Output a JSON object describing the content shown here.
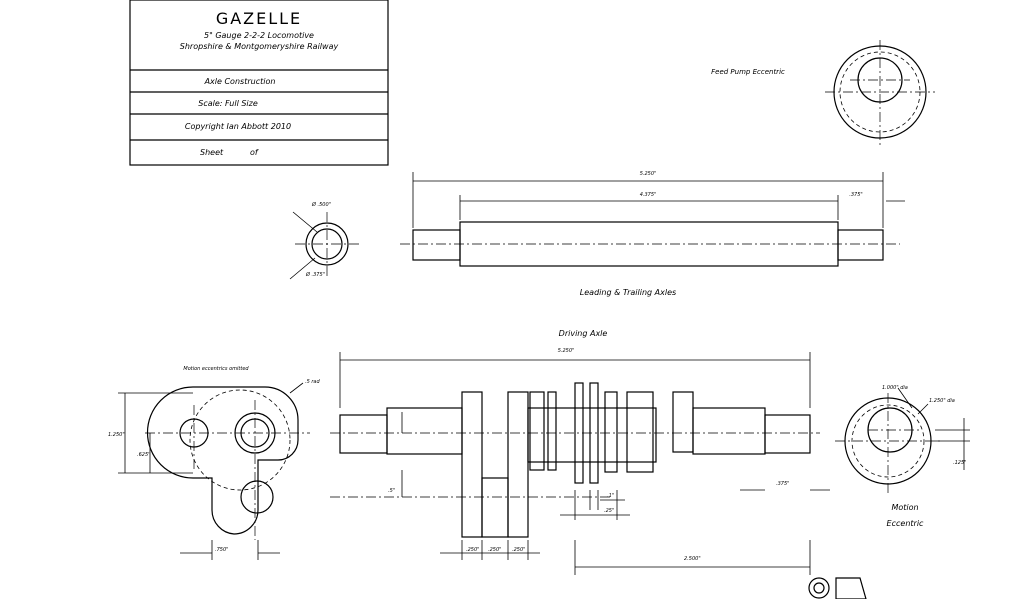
{
  "title_block": {
    "title": "GAZELLE",
    "subtitle": "5\" Gauge 2-2-2 Locomotive",
    "railway": "Shropshire & Montgomeryshire Railway",
    "drawing": "Axle Construction",
    "scale": "Scale: Full Size",
    "copyright": "Copyright Ian Abbott 2010",
    "sheet_label": "Sheet",
    "of_label": "of"
  },
  "views": {
    "feed_pump_label": "Feed Pump Eccentric",
    "leading_trailing_label": "Leading & Trailing Axles",
    "driving_axle_label": "Driving Axle",
    "motion_eccentrics_note": "Motion eccentrics omitted",
    "motion_label_1": "Motion",
    "motion_label_2": "Eccentric"
  },
  "dimensions": {
    "lt_overall": "5.250\"",
    "lt_journal_span": "4.375\"",
    "lt_end": ".375\"",
    "lt_dia_1": "Ø .500\"",
    "lt_dia_2": "Ø .375\"",
    "drv_overall": "5.250\"",
    "crank_rad": ".5 rad",
    "crank_throw": "1.250\"",
    "crank_half": ".625\"",
    "crank_width": ".750\"",
    "web_1": ".250\"",
    "web_2": ".250\"",
    "web_3": ".250\"",
    "drv_span": "2.500\"",
    "drv_end": ".375\"",
    "ecc_dia_1": "1.000\" dia",
    "ecc_dia_2": "1.250\" dia",
    "ecc_offset": ".125\"",
    "side_a": ".5\"",
    "side_b": ".25\"",
    "side_c": ".1\"",
    "side_d": ".25\""
  }
}
